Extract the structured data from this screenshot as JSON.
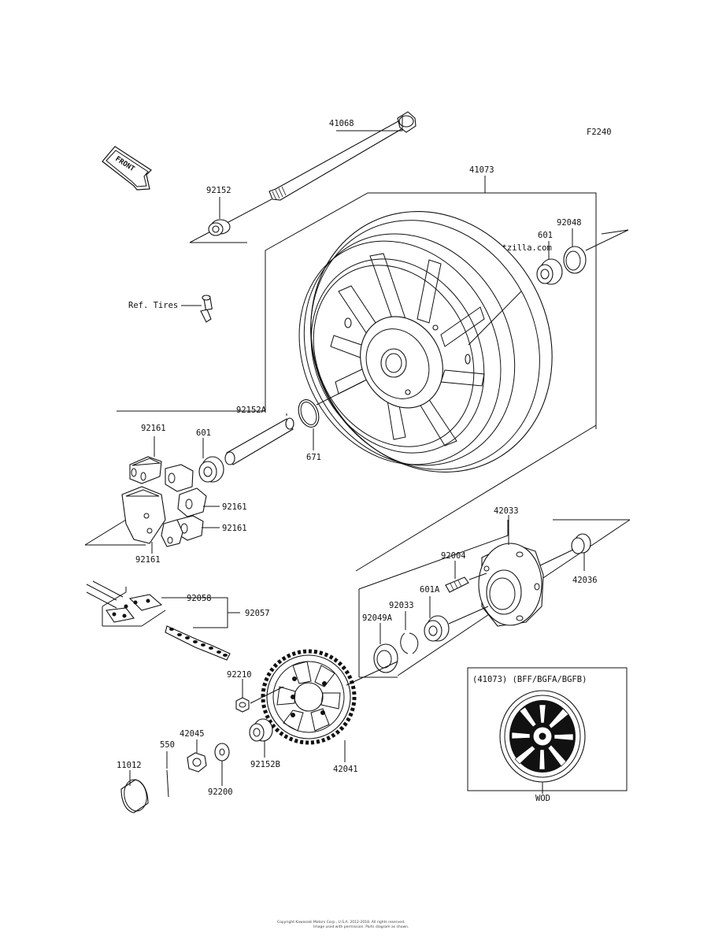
{
  "figure_code": "F2240",
  "watermark": "© Partzilla.com",
  "front_badge": "FRONT",
  "parts": {
    "axle": "41068",
    "wheel": "41073",
    "collar_left": "92152",
    "collar_long": "92152A",
    "collar_sprocket": "92152B",
    "oil_seal_right": "92048",
    "bearing_601": "601",
    "bearing_601_left": "601",
    "bearing_601A": "601A",
    "o_ring": "671",
    "valve_ref": "Ref. Tires",
    "damper_top": "92161",
    "damper_mid": "92161",
    "damper_low": "92161",
    "damper_bottom": "92161",
    "coupling": "42033",
    "coupling_collar": "42036",
    "stud": "92004",
    "circlip": "92033",
    "oil_seal_coupling": "92049A",
    "chain_joint": "92058",
    "chain": "92057",
    "sprocket_nut": "92210",
    "sprocket": "42041",
    "axle_nut": "42045",
    "cotter_pin": "550",
    "cap": "11012",
    "washer": "92200"
  },
  "inset": {
    "heading": "(41073)  (BFF/BGFA/BGFB)",
    "caption": "WOD"
  },
  "footer": {
    "line1": "Copyright Kawasaki Motors Corp., U.S.A. 2012-2018. All rights reserved.",
    "line2": "Image used with permission. Parts diagram as shown."
  }
}
